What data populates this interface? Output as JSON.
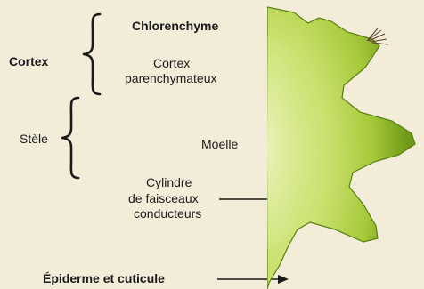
{
  "labels": {
    "cortex": "Cortex",
    "chlorenchyme": "Chlorenchyme",
    "cortex_parenchymateux_line1": "Cortex",
    "cortex_parenchymateux_line2": "parenchymateux",
    "stele": "Stèle",
    "moelle": "Moelle",
    "cylindre_line1": "Cylindre",
    "cylindre_line2": "de faisceaux",
    "cylindre_line3": "conducteurs",
    "epiderme": "Épiderme et cuticule"
  },
  "colors": {
    "background": "#f3ecd9",
    "text": "#1a1a1a",
    "stem_light": "#d7e98a",
    "stem_mid": "#a8cc3c",
    "stem_dark": "#5f8f12"
  }
}
